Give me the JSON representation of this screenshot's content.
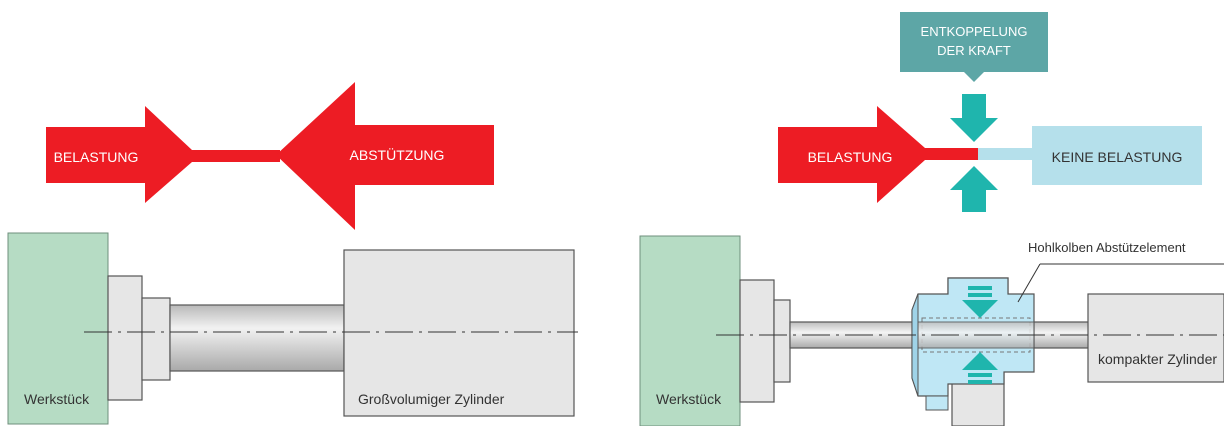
{
  "left": {
    "load_label": "BELASTUNG",
    "support_label": "ABSTÜTZUNG",
    "workpiece_label": "Werkstück",
    "cylinder_label": "Großvolumiger Zylinder"
  },
  "right": {
    "decoupling_label_line1": "ENTKOPPELUNG",
    "decoupling_label_line2": "DER KRAFT",
    "load_label": "BELASTUNG",
    "no_load_label": "KEINE BELASTUNG",
    "hollow_piston_label": "Hohlkolben Abstützelement",
    "workpiece_label": "Werkstück",
    "cylinder_label": "kompakter Zylinder"
  },
  "colors": {
    "force_red": "#ed1c24",
    "teal": "#1fb5ad",
    "teal_box": "#5da6a6",
    "light_blue": "#b5e0eb",
    "workpiece_green": "#b6dcc4",
    "part_grey": "#e6e6e6",
    "rod_grey": "#d4d4d4",
    "element_blue": "#bfe7f5"
  }
}
